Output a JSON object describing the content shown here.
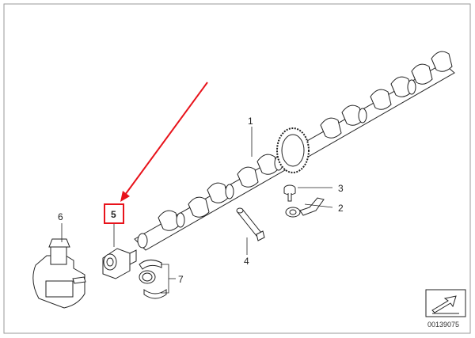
{
  "diagram": {
    "callouts": {
      "c1": "1",
      "c2": "2",
      "c3": "3",
      "c4": "4",
      "c5": "5",
      "c6": "6",
      "c7": "7"
    },
    "highlighted_callout": "5",
    "document_number": "00139075",
    "colors": {
      "line": "#222222",
      "highlight": "#e8131b",
      "frame": "#9a9a9a"
    },
    "icons": [
      "arrow-box-icon"
    ]
  }
}
